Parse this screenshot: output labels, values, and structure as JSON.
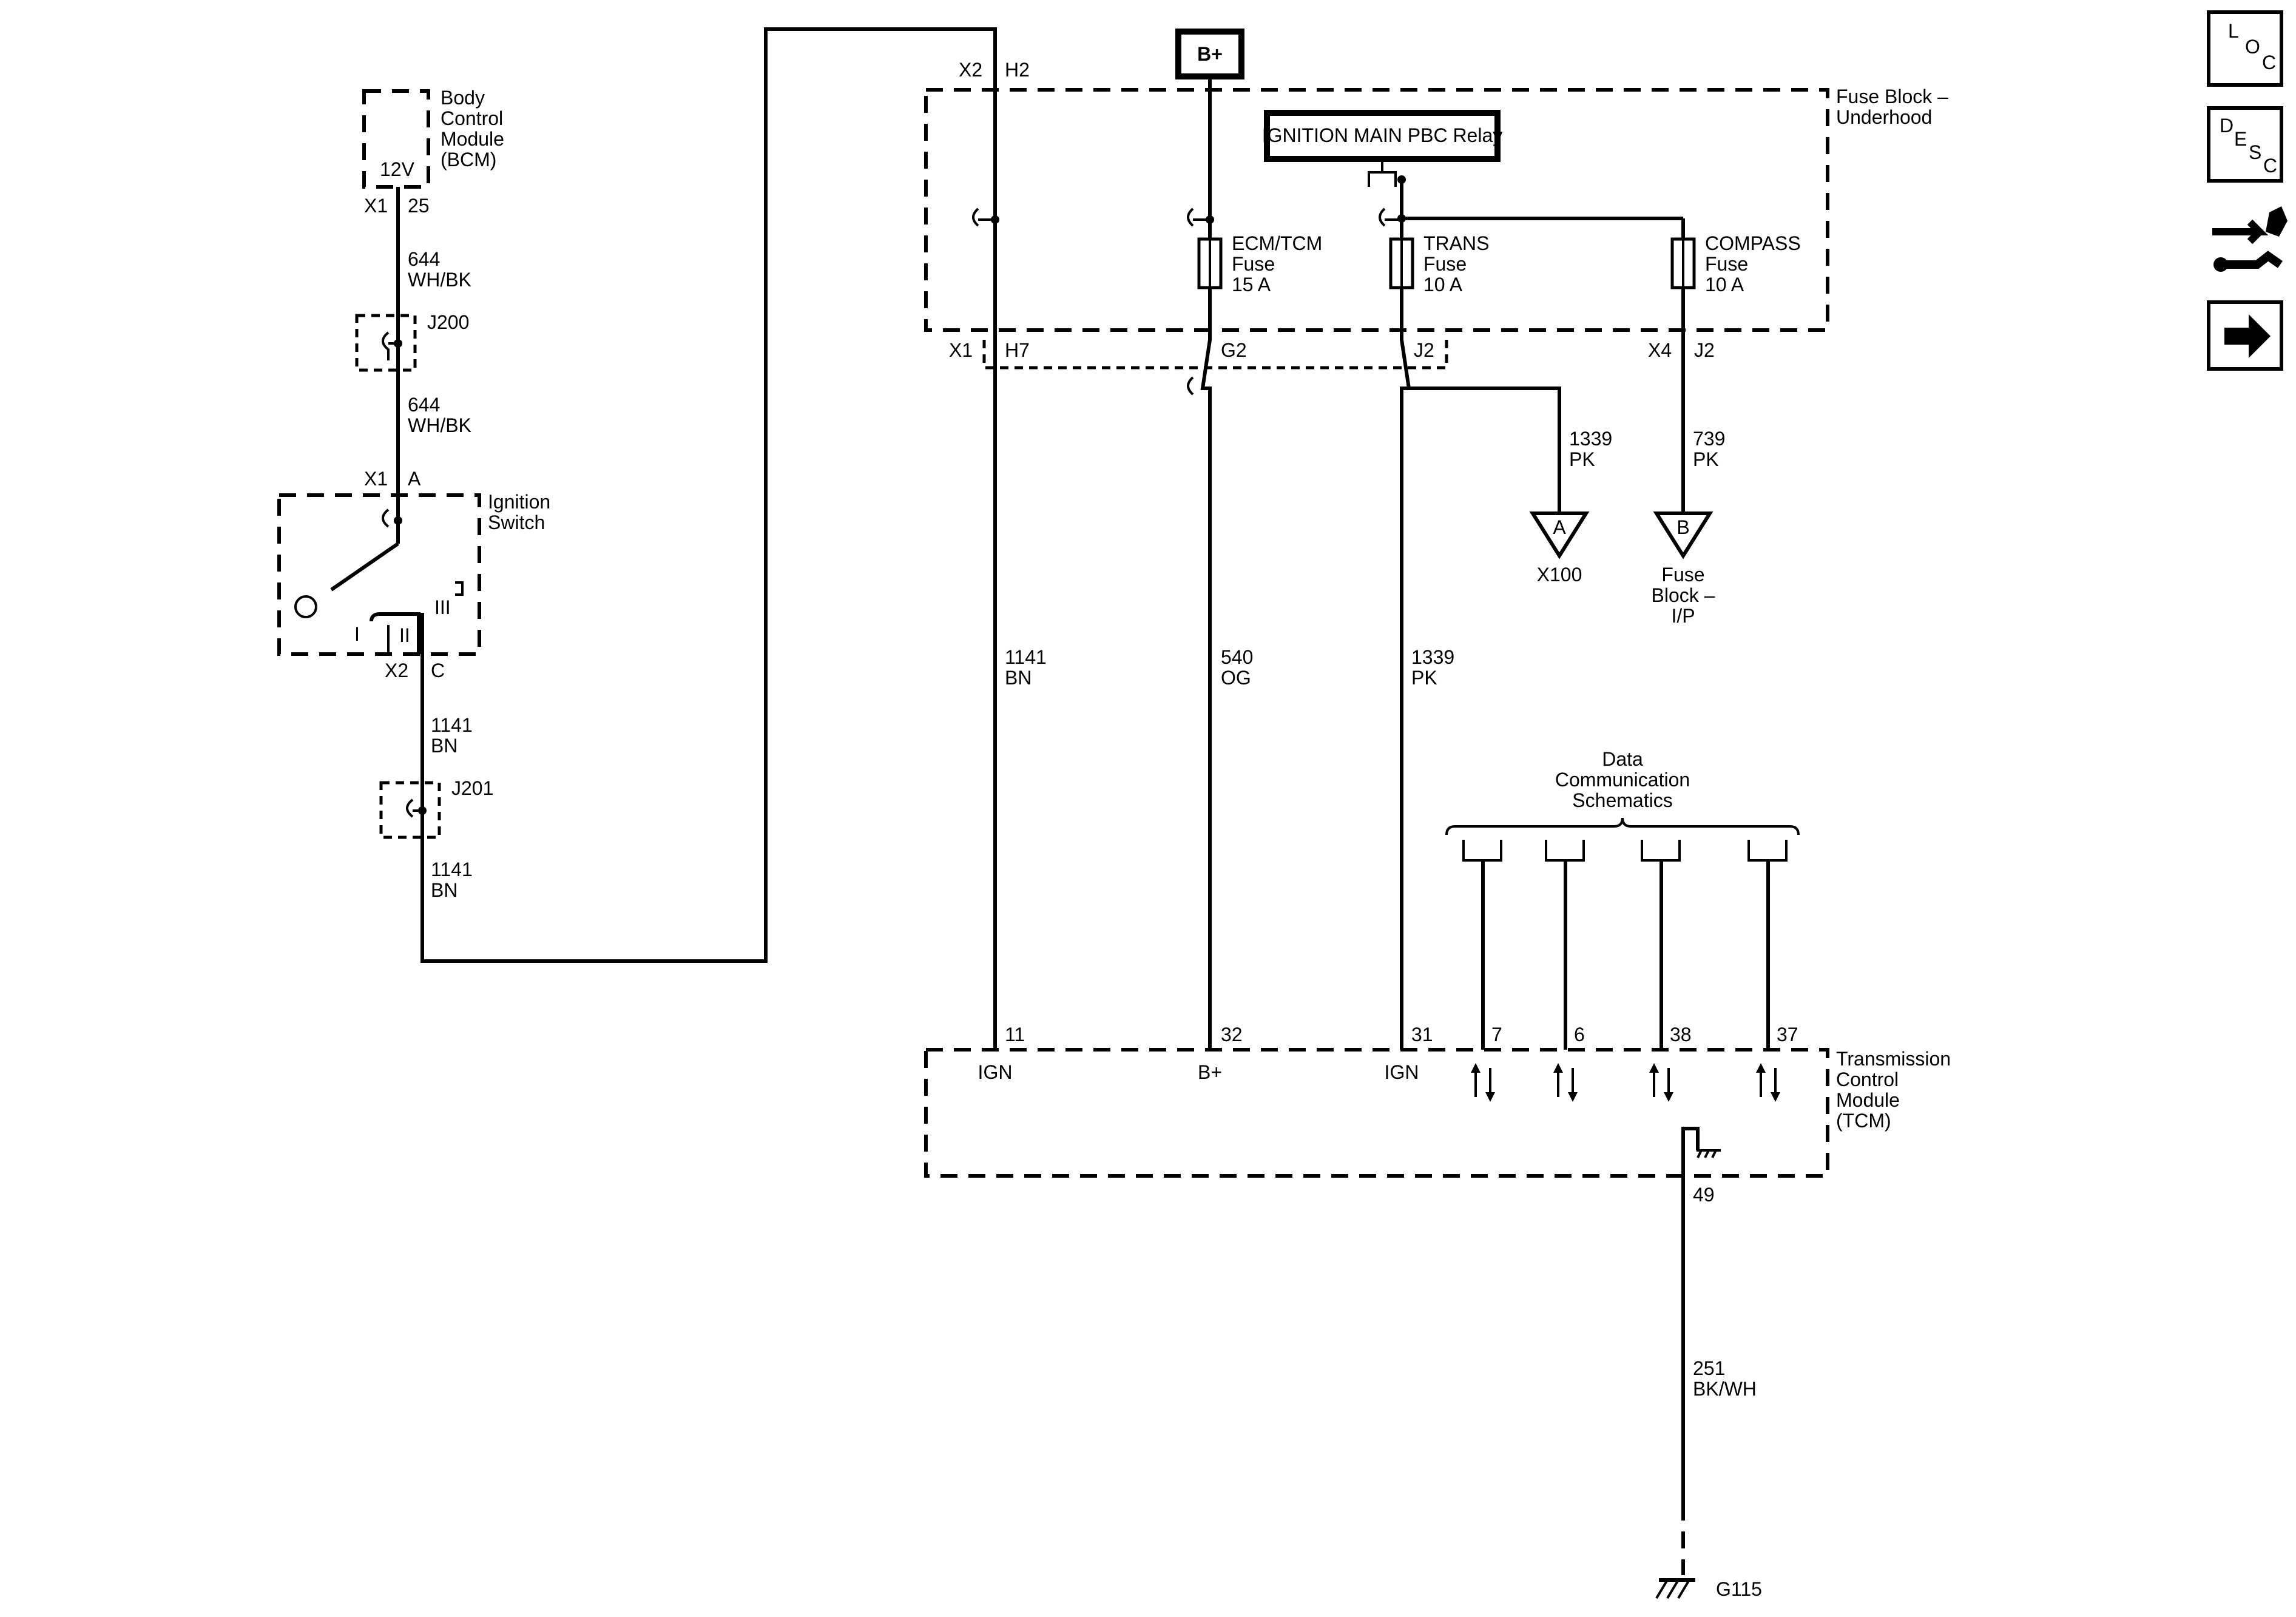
{
  "bcm": {
    "name": [
      "Body",
      "Control",
      "Module",
      "(BCM)"
    ],
    "pin_label": "12V",
    "connector": "X1",
    "pin": "25"
  },
  "wire_644a": {
    "circuit": "644",
    "color": "WH/BK"
  },
  "j200": "J200",
  "wire_644b": {
    "circuit": "644",
    "color": "WH/BK"
  },
  "ignition_switch": {
    "name": [
      "Ignition",
      "Switch"
    ],
    "in_connector": "X1",
    "in_pin": "A",
    "pos1": "I",
    "pos2": "II",
    "pos3": "III",
    "out_connector": "X2",
    "out_pin": "C"
  },
  "wire_1141a": {
    "circuit": "1141",
    "color": "BN"
  },
  "j201": "J201",
  "wire_1141b": {
    "circuit": "1141",
    "color": "BN"
  },
  "fuse_block": {
    "name": [
      "Fuse Block –",
      "Underhood"
    ],
    "top_connector": "X2",
    "top_pin": "H2",
    "b_plus": "B+",
    "relay": "IGNITION MAIN PBC Relay",
    "fuses": [
      {
        "name": "ECM/TCM",
        "word": "Fuse",
        "rating": "15 A"
      },
      {
        "name": "TRANS",
        "word": "Fuse",
        "rating": "10 A"
      },
      {
        "name": "COMPASS",
        "word": "Fuse",
        "rating": "10 A"
      }
    ],
    "bottom_connector_1": "X1",
    "pin_h7": "H7",
    "pin_g2": "G2",
    "pin_j2": "J2",
    "bottom_connector_4": "X4",
    "pin_x4_j2": "J2"
  },
  "wire_1339_branch": {
    "circuit": "1339",
    "color": "PK"
  },
  "wire_739": {
    "circuit": "739",
    "color": "PK"
  },
  "ref_a": {
    "letter": "A",
    "label": "X100"
  },
  "ref_b": {
    "letter": "B",
    "label": [
      "Fuse",
      "Block –",
      "I/P"
    ]
  },
  "wire_1141_main": {
    "circuit": "1141",
    "color": "BN"
  },
  "wire_540": {
    "circuit": "540",
    "color": "OG"
  },
  "wire_1339_main": {
    "circuit": "1339",
    "color": "PK"
  },
  "data_comm": [
    "Data",
    "Communication",
    "Schematics"
  ],
  "tcm": {
    "name": [
      "Transmission",
      "Control",
      "Module",
      "(TCM)"
    ],
    "pins": [
      {
        "num": "11",
        "label": "IGN"
      },
      {
        "num": "32",
        "label": "B+"
      },
      {
        "num": "31",
        "label": "IGN"
      },
      {
        "num": "7",
        "label": ""
      },
      {
        "num": "6",
        "label": ""
      },
      {
        "num": "38",
        "label": ""
      },
      {
        "num": "37",
        "label": ""
      }
    ],
    "ground_pin": "49"
  },
  "wire_251": {
    "circuit": "251",
    "color": "BK/WH"
  },
  "ground": "G115",
  "nav": {
    "loc": [
      "L",
      "O",
      "C"
    ],
    "desc": [
      "D",
      "E",
      "S",
      "C"
    ],
    "icons": [
      "connector-repair-icon",
      "next-arrow-icon"
    ]
  }
}
